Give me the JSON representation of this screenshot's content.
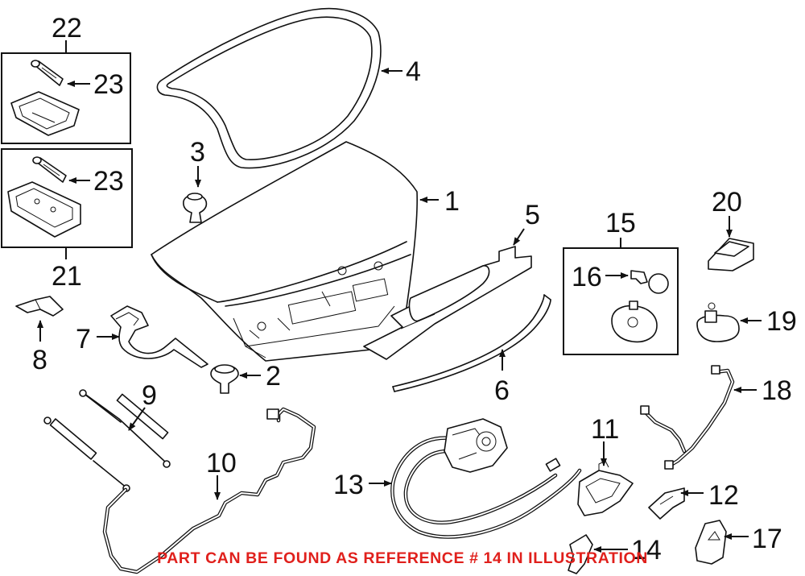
{
  "diagram": {
    "callouts": {
      "c1": "1",
      "c2": "2",
      "c3": "3",
      "c4": "4",
      "c5": "5",
      "c6": "6",
      "c7": "7",
      "c8": "8",
      "c9": "9",
      "c10": "10",
      "c11": "11",
      "c12": "12",
      "c13": "13",
      "c14": "14",
      "c15": "15",
      "c16": "16",
      "c17": "17",
      "c18": "18",
      "c19": "19",
      "c20": "20",
      "c21": "21",
      "c22": "22",
      "c23a": "23",
      "c23b": "23"
    },
    "notice": "PART CAN BE FOUND AS REFERENCE # 14 IN ILLUSTRATION",
    "colors": {
      "notice": "#e0201c",
      "line": "#111111",
      "background": "#ffffff"
    }
  }
}
